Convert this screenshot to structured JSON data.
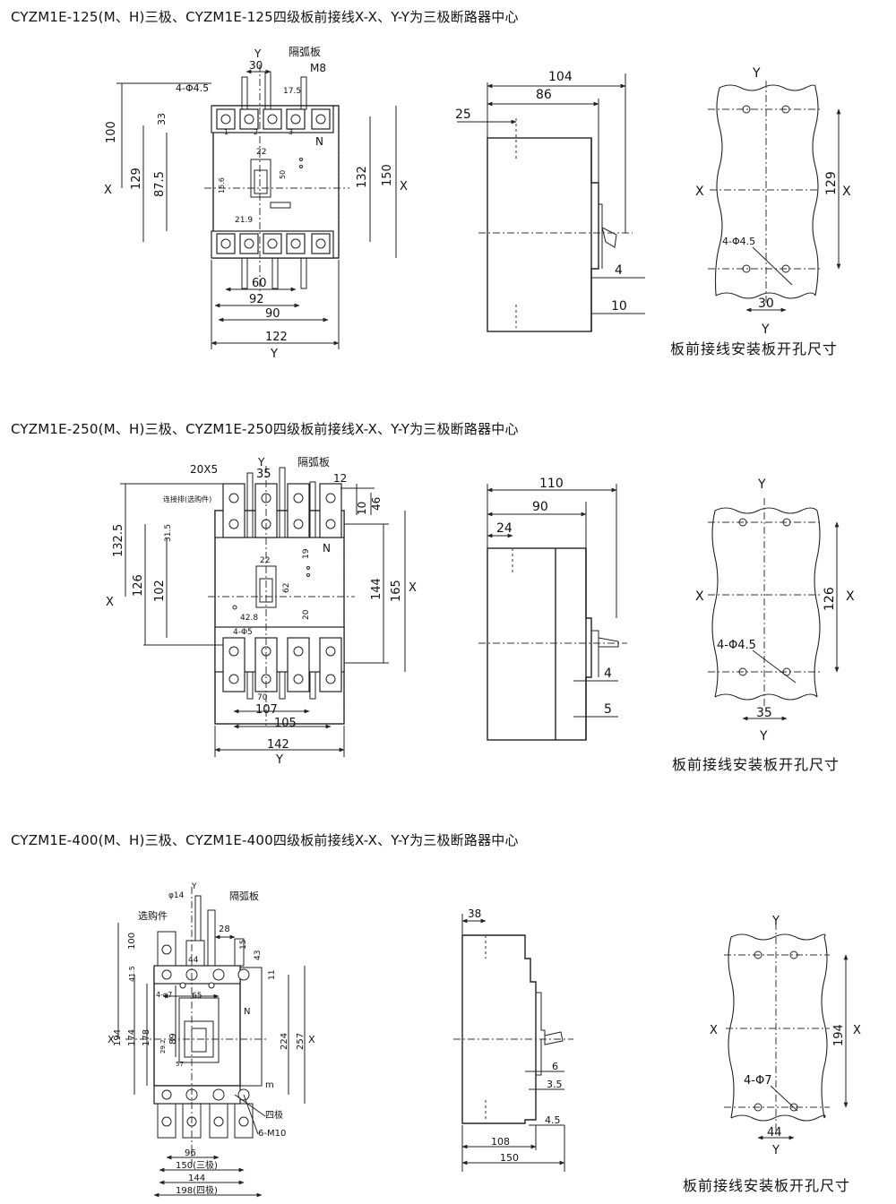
{
  "sections": [
    {
      "heading": "CYZM1E-125(M、H)三极、CYZM1E-125四级板前接线X-X、Y-Y为三极断路器中心",
      "front": {
        "labels": [
          "Y",
          "隔弧板",
          "M8",
          "4-Φ4.5",
          "17.5",
          "1",
          "2",
          "3",
          "N",
          "22",
          "50",
          "15.6",
          "21.9",
          "X",
          "X",
          "Y"
        ],
        "dims": [
          "30",
          "100",
          "33",
          "129",
          "87.5",
          "132",
          "150",
          "60",
          "92",
          "90",
          "122"
        ]
      },
      "side": {
        "dims": [
          "104",
          "86",
          "25",
          "4",
          "10"
        ]
      },
      "cutout": {
        "labels": [
          "Y",
          "X",
          "X",
          "4-Φ4.5",
          "Y"
        ],
        "dims": [
          "129",
          "30"
        ],
        "caption": "板前接线安装板开孔尺寸"
      }
    },
    {
      "heading": "CYZM1E-250(M、H)三极、CYZM1E-250四级板前接线X-X、Y-Y为三极断路器中心",
      "front": {
        "labels": [
          "20X5",
          "Y",
          "隔弧板",
          "连接排(选购件)",
          "N",
          "22",
          "62",
          "19",
          "42.8",
          "20",
          "4-Φ5",
          "70",
          "X",
          "X",
          "Y"
        ],
        "dims": [
          "35",
          "12",
          "10",
          "46",
          "132.5",
          "31.5",
          "126",
          "102",
          "144",
          "165",
          "107",
          "105",
          "142"
        ]
      },
      "side": {
        "dims": [
          "110",
          "90",
          "24",
          "4",
          "5"
        ]
      },
      "cutout": {
        "labels": [
          "Y",
          "X",
          "X",
          "4-Φ4.5",
          "Y"
        ],
        "dims": [
          "126",
          "35"
        ],
        "caption": "板前接线安装板开孔尺寸"
      }
    },
    {
      "heading": "CYZM1E-400(M、H)三极、CYZM1E-400四级板前接线X-X、Y-Y为三极断路器中心",
      "front": {
        "labels": [
          "φ14",
          "Y",
          "隔弧板",
          "选购件",
          "28",
          "15",
          "43",
          "44",
          "41.5",
          "4-φ7",
          "65",
          "N",
          "11",
          "m",
          "X",
          "X",
          "四极",
          "6-M10",
          "29.2",
          "57"
        ],
        "dims": [
          "100",
          "194",
          "174",
          "178",
          "89",
          "224",
          "257",
          "96",
          "150(三极)",
          "144",
          "198(四极)"
        ]
      },
      "side": {
        "dims": [
          "38",
          "6",
          "3.5",
          "4.5",
          "108",
          "150"
        ]
      },
      "cutout": {
        "labels": [
          "Y",
          "X",
          "X",
          "4-Φ7",
          "Y"
        ],
        "dims": [
          "194",
          "44"
        ],
        "caption": "板前接线安装板开孔尺寸"
      }
    }
  ]
}
